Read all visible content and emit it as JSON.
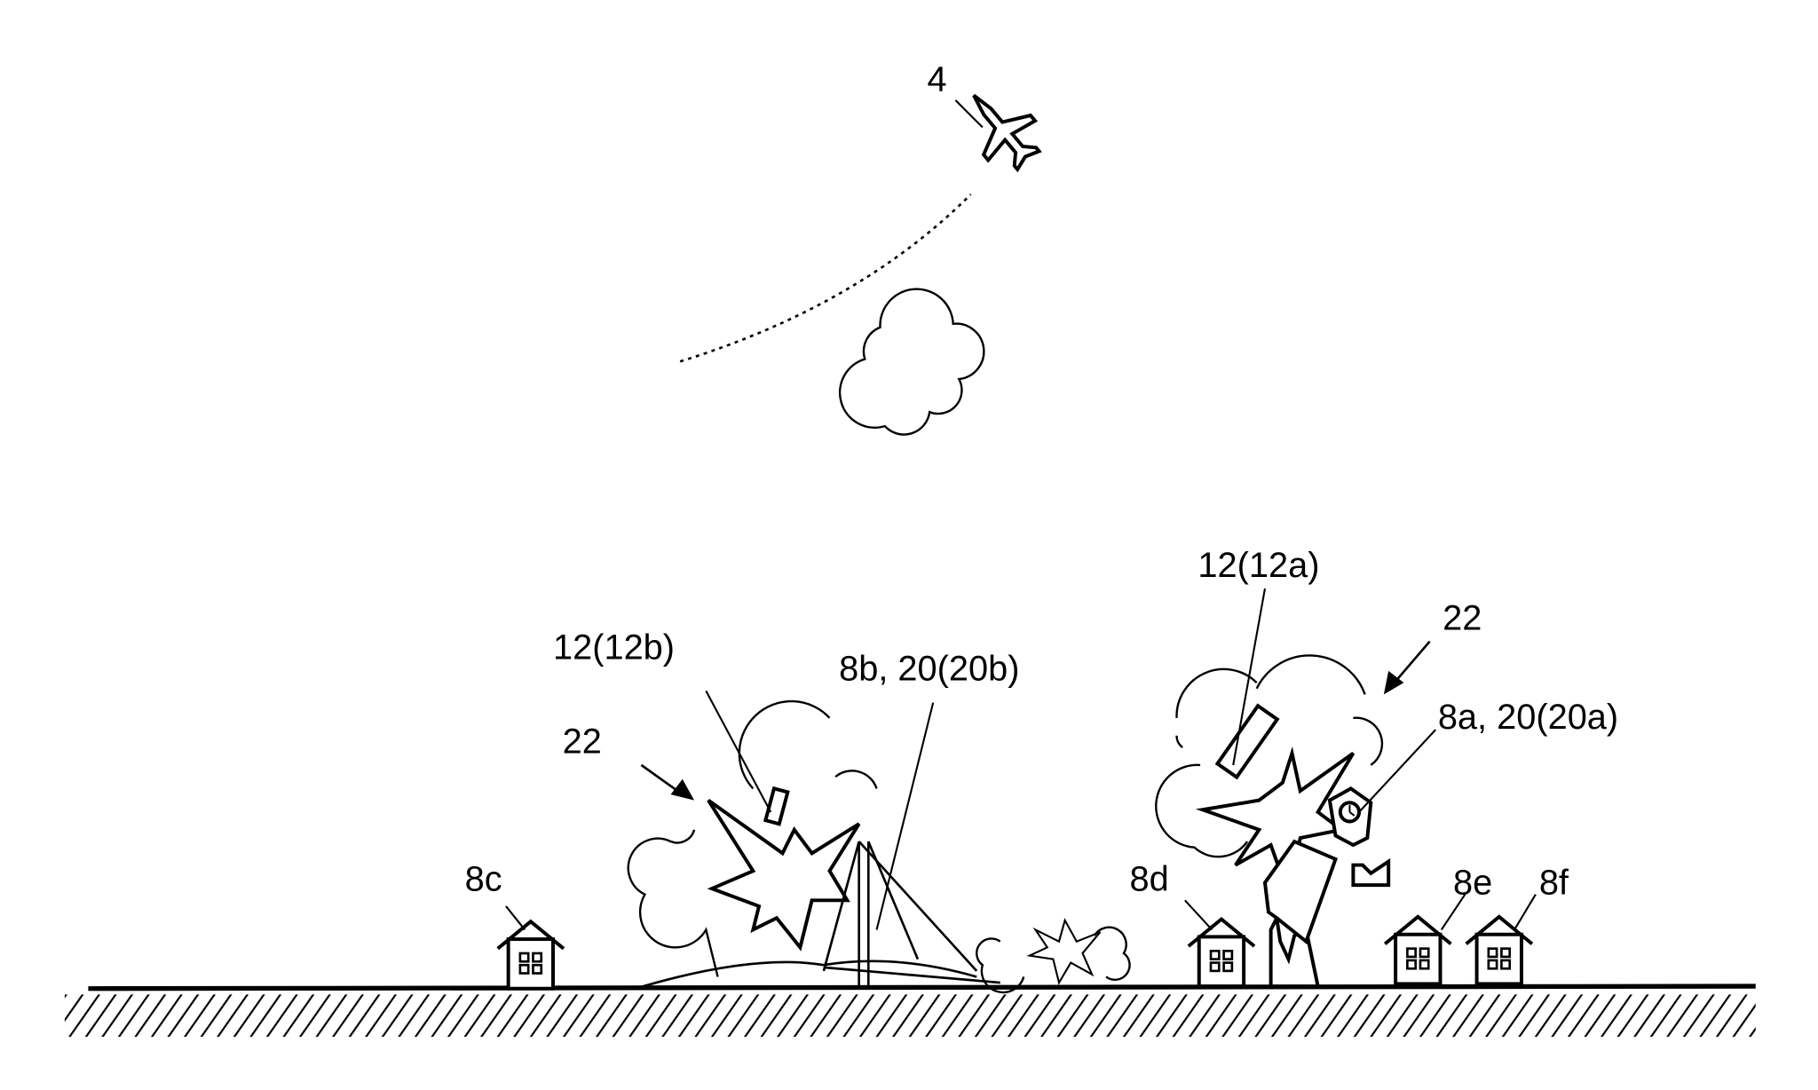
{
  "labels": {
    "aircraft": "4",
    "missile_a": "12(12a)",
    "explosion_a": "22",
    "target_a": "8a, 20(20a)",
    "missile_b": "12(12b)",
    "target_b": "8b, 20(20b)",
    "explosion_b": "22",
    "house_c": "8c",
    "house_d": "8d",
    "house_e": "8e",
    "house_f": "8f"
  }
}
